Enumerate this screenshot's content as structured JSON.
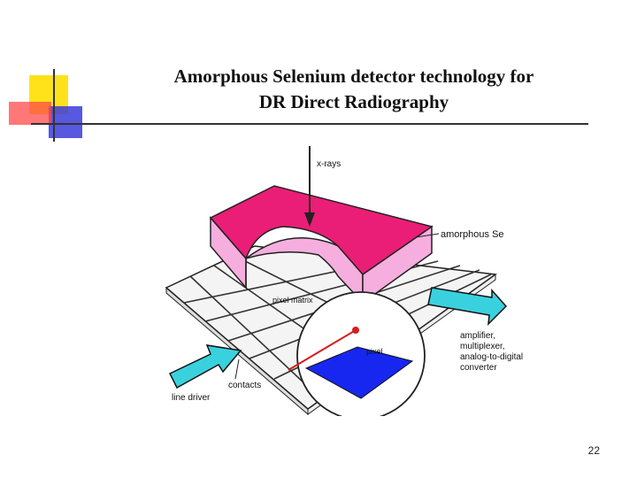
{
  "slide": {
    "title_line1": "Amorphous Selenium detector technology for",
    "title_line2": "DR Direct Radiography",
    "page_number": "22"
  },
  "diagram": {
    "labels": {
      "xrays": "x-rays",
      "amorphous_se": "amorphous Se",
      "pixel_matrix": "pixel matrix",
      "pixel": "pixel",
      "amplifier_1": "amplifier,",
      "amplifier_2": "multiplexer,",
      "amplifier_3": "analog-to-digital",
      "amplifier_4": "converter",
      "contacts": "contacts",
      "line_driver": "line driver"
    }
  },
  "colors": {
    "deco_yellow": "#ffe21a",
    "deco_red": "#ff4a4a",
    "deco_blue": "#3b3bdc",
    "selenium_top": "#ea1e76",
    "selenium_side": "#f6aede",
    "arrow_cyan": "#3ad1df",
    "pixel_blue": "#1727f0"
  }
}
